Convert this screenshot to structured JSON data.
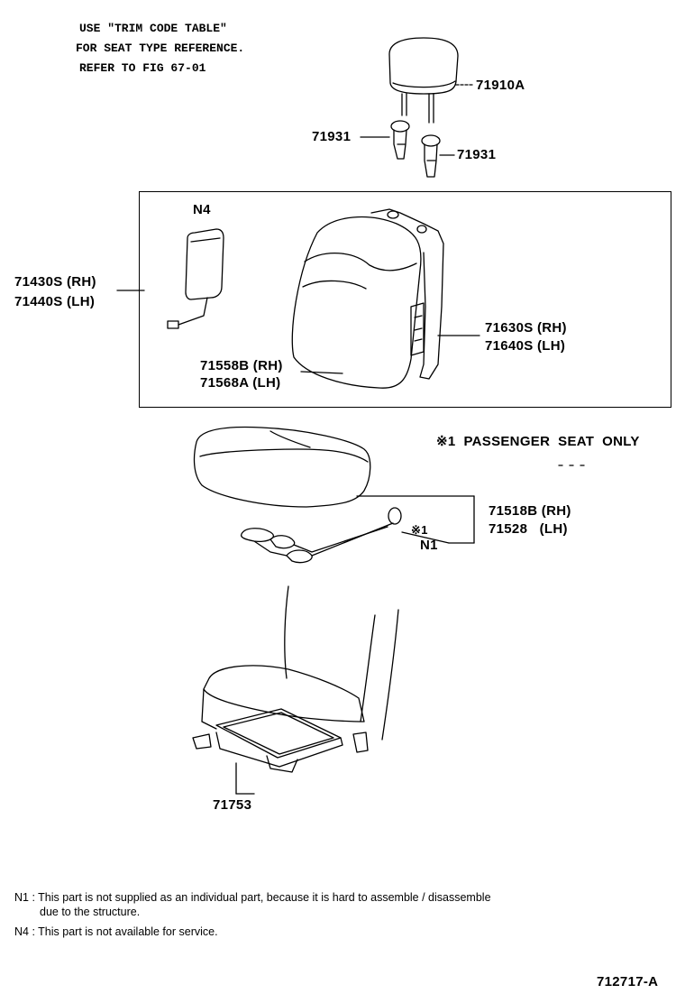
{
  "header": {
    "line1": "USE \"TRIM CODE TABLE\"",
    "line2": "FOR SEAT TYPE REFERENCE.",
    "line3": "REFER TO FIG 67-01"
  },
  "parts": {
    "p71910A": "71910A",
    "p71931_left": "71931",
    "p71931_right": "71931",
    "n4": "N4",
    "p71430S": "71430S (RH)",
    "p71440S": "71440S (LH)",
    "p71630S": "71630S (RH)",
    "p71640S": "71640S (LH)",
    "p71558B": "71558B (RH)",
    "p71568A": "71568A (LH)",
    "passenger_only": "※1  PASSENGER  SEAT  ONLY",
    "p71518B": "71518B (RH)",
    "p71528": "71528   (LH)",
    "mark1": "※1",
    "n1": "N1",
    "p71753": "71753"
  },
  "notes": {
    "n1_line1": "N1 : This part is not supplied as an individual part, because it is hard to assemble / disassemble",
    "n1_line2": "due to the structure.",
    "n4": "N4 : This part is not available for service."
  },
  "figure_id": "712717-A"
}
